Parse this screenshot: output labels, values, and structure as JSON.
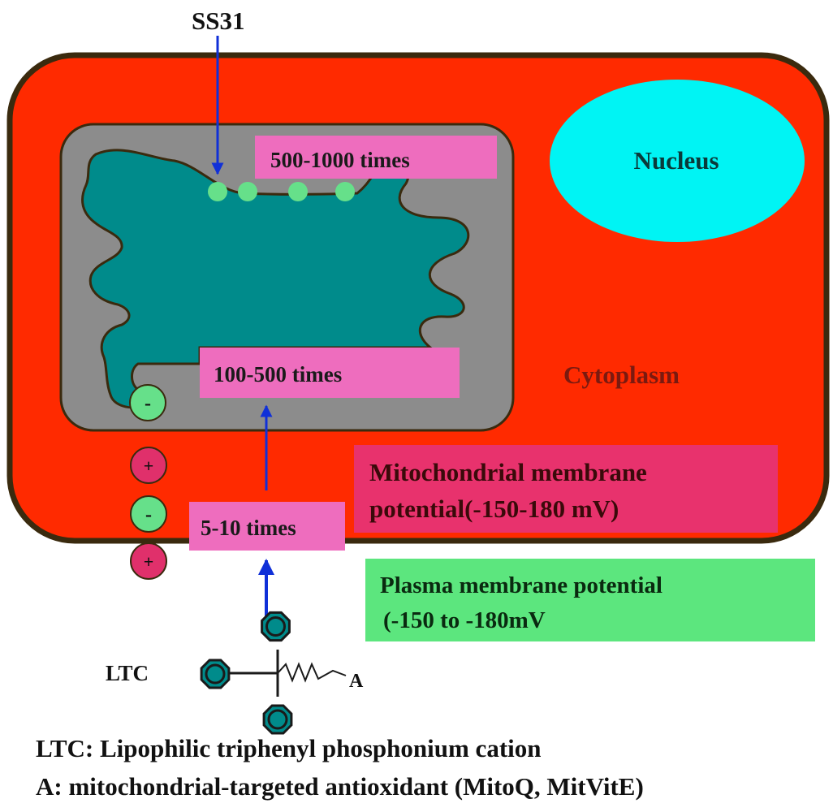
{
  "labels": {
    "ss31": "SS31",
    "nucleus": "Nucleus",
    "cytoplasm": "Cytoplasm",
    "ratio_matrix": "500-1000 times",
    "ratio_mito": "100-500 times",
    "ratio_plasma": "5-10 times",
    "mito_potential_line1": "Mitochondrial membrane",
    "mito_potential_line2": "potential(-150-180 mV)",
    "plasma_potential_line1": "Plasma membrane potential",
    "plasma_potential_line2": "(-150 to -180mV",
    "ltc": "LTC",
    "antioxidant_tag": "A"
  },
  "charges": {
    "minus": "-",
    "plus": "+"
  },
  "legend": {
    "ltc_line": "LTC: Lipophilic triphenyl phosphonium cation",
    "a_line": "A: mitochondrial-targeted antioxidant (MitoQ, MitVitE)"
  },
  "colors": {
    "cell": "#ff2a00",
    "cell_border": "#3a2a0e",
    "mitochondrion": "#8c8c8c",
    "matrix": "#008b8b",
    "nucleus": "#00f4f4",
    "pink_label": "#ee6dbe",
    "magenta_label": "#e8326d",
    "green_label": "#5ce67e",
    "negative_charge": "#66e08a",
    "positive_charge": "#e0306b",
    "arrow": "#1030d8"
  }
}
